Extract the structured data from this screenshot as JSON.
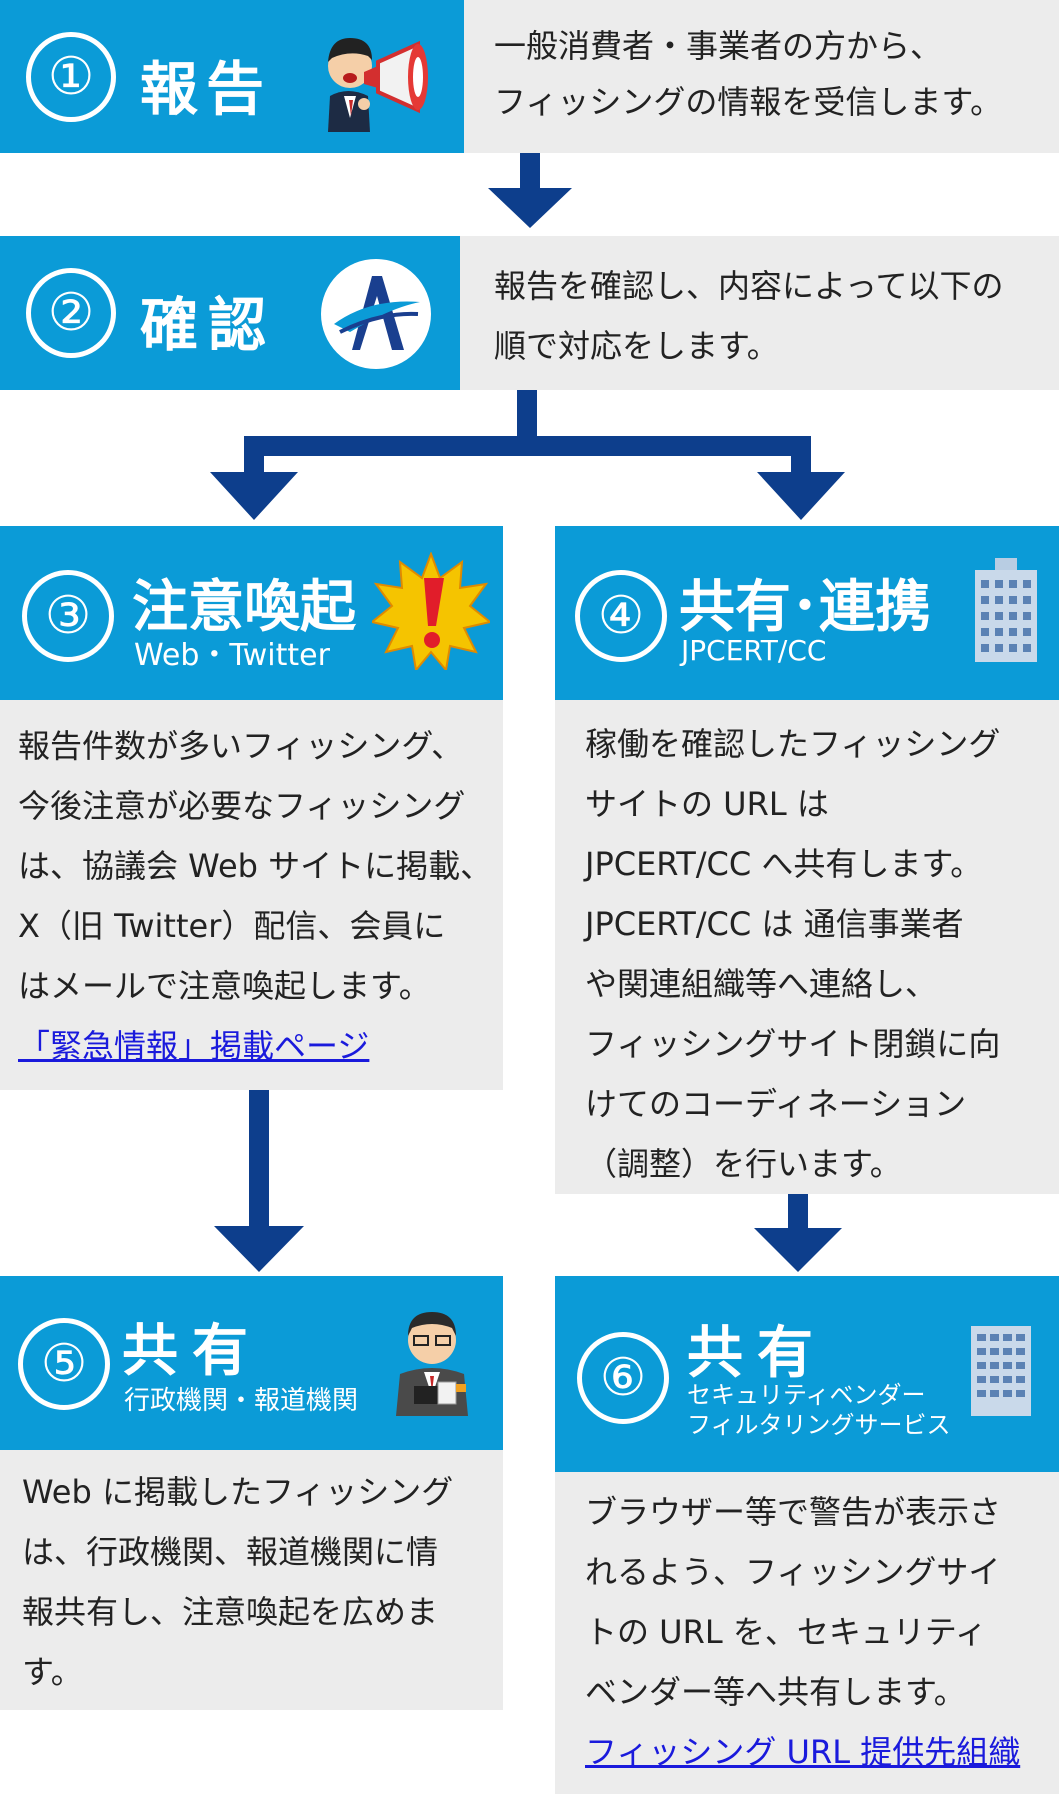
{
  "step1": {
    "number": "①",
    "title": "報告",
    "description": [
      "一般消費者・事業者の方から、",
      "フィッシングの情報を受信します。"
    ]
  },
  "step2": {
    "number": "②",
    "title": "確認",
    "description": [
      "報告を確認し、内容によって以下の",
      "順で対応をします。"
    ]
  },
  "step3": {
    "number": "③",
    "title": "注意喚起",
    "subtitle": "Web・Twitter",
    "description": [
      "報告件数が多いフィッシング、",
      "今後注意が必要なフィッシング",
      "は、協議会 Web サイトに掲載、",
      "X（旧 Twitter）配信、会員に",
      "はメールで注意喚起します。"
    ],
    "link": "「緊急情報」掲載ページ"
  },
  "step4": {
    "number": "④",
    "title": "共有･連携",
    "subtitle": "JPCERT/CC",
    "description": [
      "稼働を確認したフィッシング",
      "サイトの URL は",
      "JPCERT/CC へ共有します。",
      "JPCERT/CC は 通信事業者",
      "や関連組織等へ連絡し、",
      "フィッシングサイト閉鎖に向",
      "けてのコーディネーション",
      "（調整）を行います。"
    ]
  },
  "step5": {
    "number": "⑤",
    "title": "共有",
    "subtitle": "行政機関・報道機関",
    "description": [
      "Web に掲載したフィッシング",
      "は、行政機関、報道機関に情",
      "報共有し、注意喚起を広めま",
      "す。"
    ]
  },
  "step6": {
    "number": "⑥",
    "title": "共有",
    "subtitle": [
      "セキュリティベンダー",
      "フィルタリングサービス"
    ],
    "description": [
      "ブラウザー等で警告が表示さ",
      "れるよう、フィッシングサイ",
      "トの URL を、セキュリティ",
      "ベンダー等へ共有します。"
    ],
    "link": "フィッシング URL 提供先組織"
  },
  "colors": {
    "header_blue": "#0b9bd7",
    "panel_gray": "#ececec",
    "arrow_navy": "#0d3e8c",
    "link_blue": "#1a1adc"
  },
  "icons": [
    "megaphone-person-icon",
    "organization-logo-icon",
    "warning-burst-icon",
    "office-building-icon",
    "reporter-person-icon",
    "building-icon"
  ]
}
